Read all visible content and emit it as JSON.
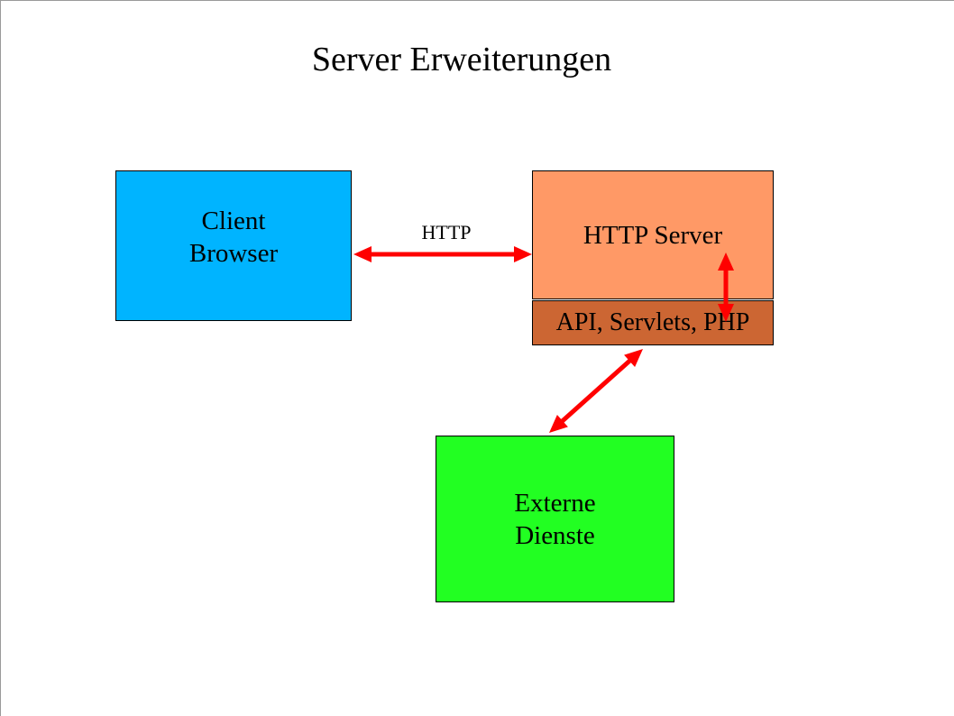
{
  "title": "Server Erweiterungen",
  "colors": {
    "client": "#00b4ff",
    "http_server": "#ff9966",
    "api": "#cc6633",
    "external": "#22ff22",
    "arrow": "#ff0000"
  },
  "nodes": {
    "client": {
      "label": "Client\nBrowser"
    },
    "http_server": {
      "label": "HTTP Server"
    },
    "api": {
      "label": "API, Servlets, PHP"
    },
    "external": {
      "label": "Externe\nDienste"
    }
  },
  "edges": [
    {
      "from": "client",
      "to": "http_server",
      "label": "HTTP",
      "direction": "both"
    },
    {
      "from": "http_server",
      "to": "api",
      "label": "",
      "direction": "both"
    },
    {
      "from": "api",
      "to": "external",
      "label": "",
      "direction": "both"
    }
  ]
}
